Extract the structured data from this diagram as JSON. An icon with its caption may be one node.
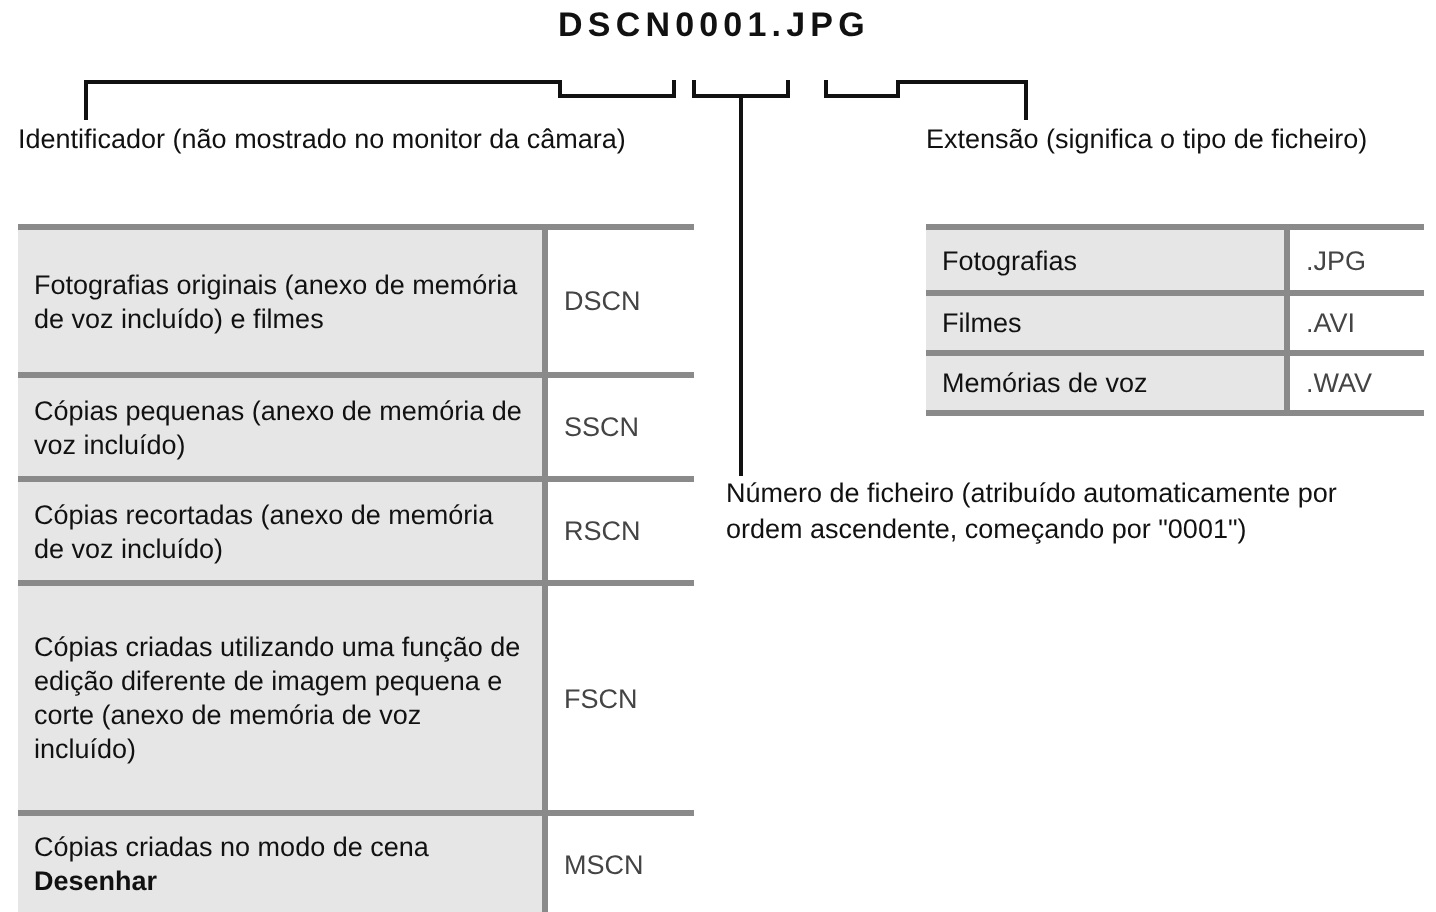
{
  "diagram": {
    "title": "DSCN0001.JPG",
    "nodes": [
      {
        "text": [],
        "shape": "bracket"
      },
      {
        "text": [],
        "shape": "bracket"
      },
      {
        "text": [],
        "shape": "bracket"
      },
      {
        "text": [
          "Identificador (não mostrado no monitor da câmara)"
        ]
      },
      {
        "text": [
          "Extensão (significa o tipo de ficheiro)"
        ]
      },
      {
        "text": [
          "Número de ficheiro (atribuído automaticamente por ordem ascendente, começando por \"0001\")"
        ]
      }
    ],
    "edges": [
      {
        "from": 3,
        "to": 0,
        "arrow": "none"
      },
      {
        "from": 5,
        "to": 1,
        "arrow": "none"
      },
      {
        "from": 4,
        "to": 2,
        "arrow": "none"
      }
    ],
    "labels": [
      "Fotografias originais (anexo de memória de voz incluído) e filmes",
      "DSCN",
      "Cópias pequenas (anexo de memória de voz incluído)",
      "SSCN",
      "Cópias recortadas (anexo de memória de voz incluído)",
      "RSCN",
      "Cópias criadas utilizando uma função de edição diferente de imagem pequena e corte (anexo de memória de voz incluído)",
      "FSCN",
      "Cópias criadas no modo de cena **Desenhar**",
      "MSCN",
      "Fotografias",
      ".JPG",
      "Filmes",
      ".AVI",
      "Memórias de voz",
      ".WAV"
    ]
  }
}
